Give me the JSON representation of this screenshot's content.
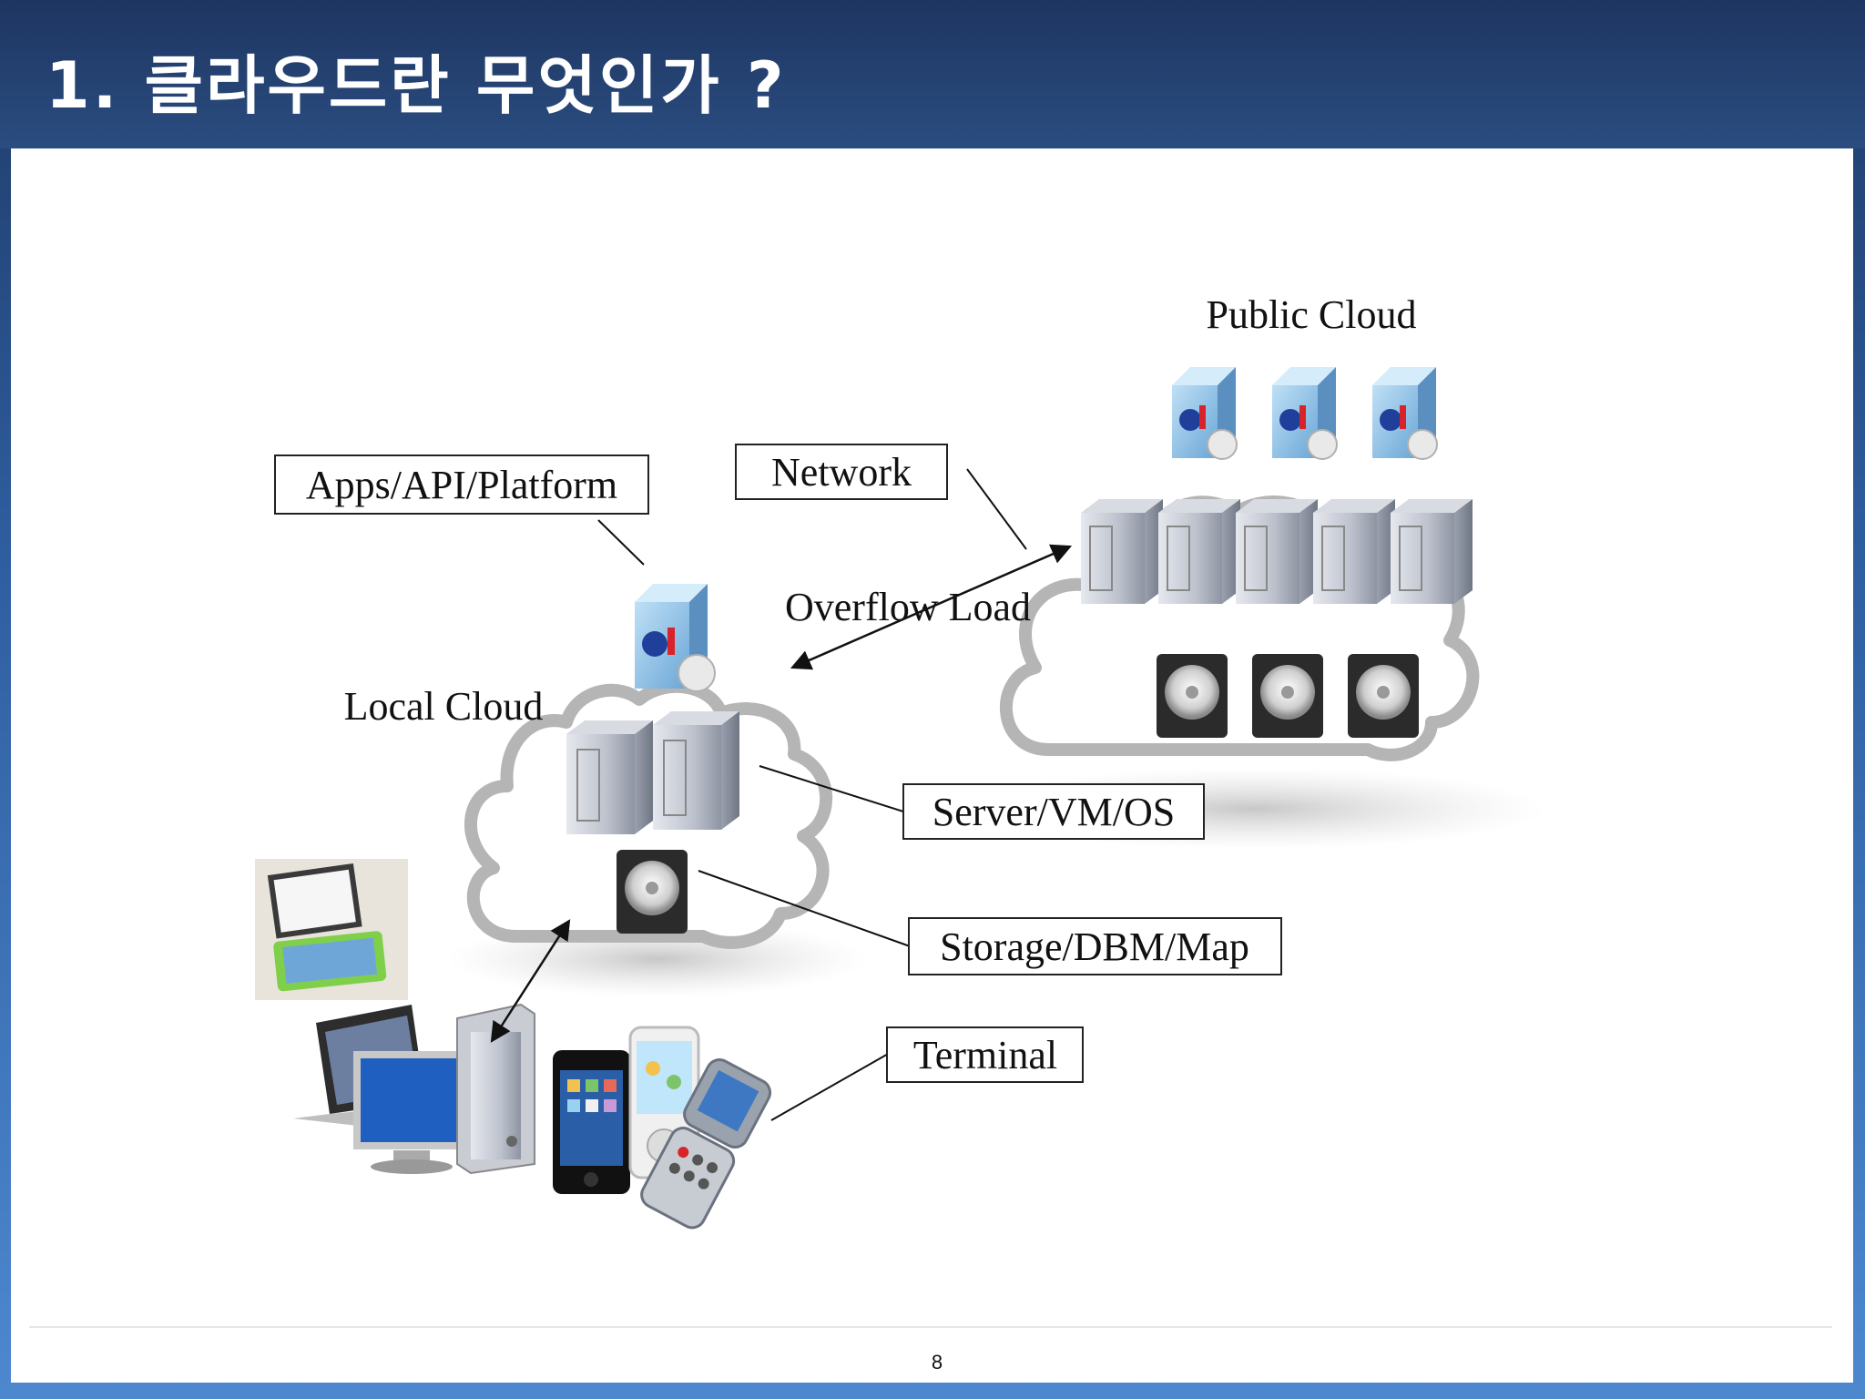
{
  "title": "1.  클라우드란 무엇인가 ?",
  "page_number": "8",
  "diagram": {
    "public_cloud": "Public Cloud",
    "local_cloud": "Local Cloud",
    "apps_label": "Apps/API/Platform",
    "network_label": "Network",
    "overflow_label": "Overflow Load",
    "server_label": "Server/VM/OS",
    "storage_label": "Storage/DBM/Map",
    "terminal_label": "Terminal"
  },
  "colors": {
    "header": "#1e3561",
    "background_bottom": "#4d88cf",
    "cloud_outline": "#b5b5b5"
  }
}
